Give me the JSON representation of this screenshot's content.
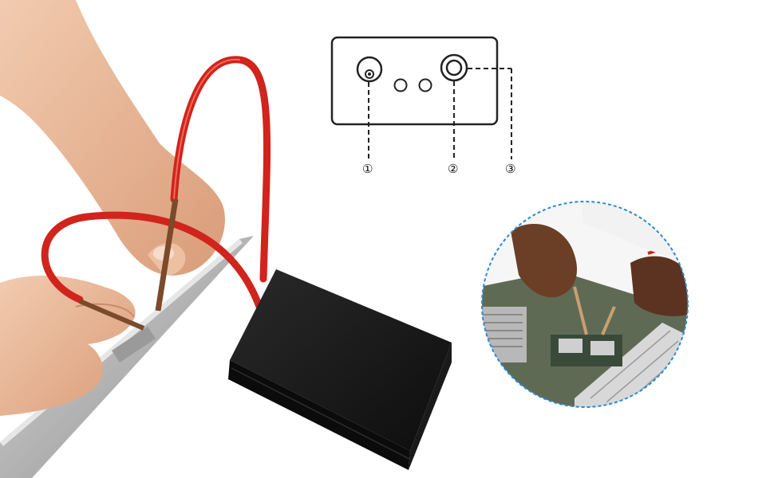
{
  "diagram": {
    "callouts": [
      "①",
      "②",
      "③"
    ]
  },
  "colors": {
    "background": "#ffffff",
    "cable": "#d0241c",
    "box": "#151515",
    "metal_strip": "#b9b9b9",
    "skin": "#e8b896",
    "circle_border": "#2a8ad8"
  }
}
